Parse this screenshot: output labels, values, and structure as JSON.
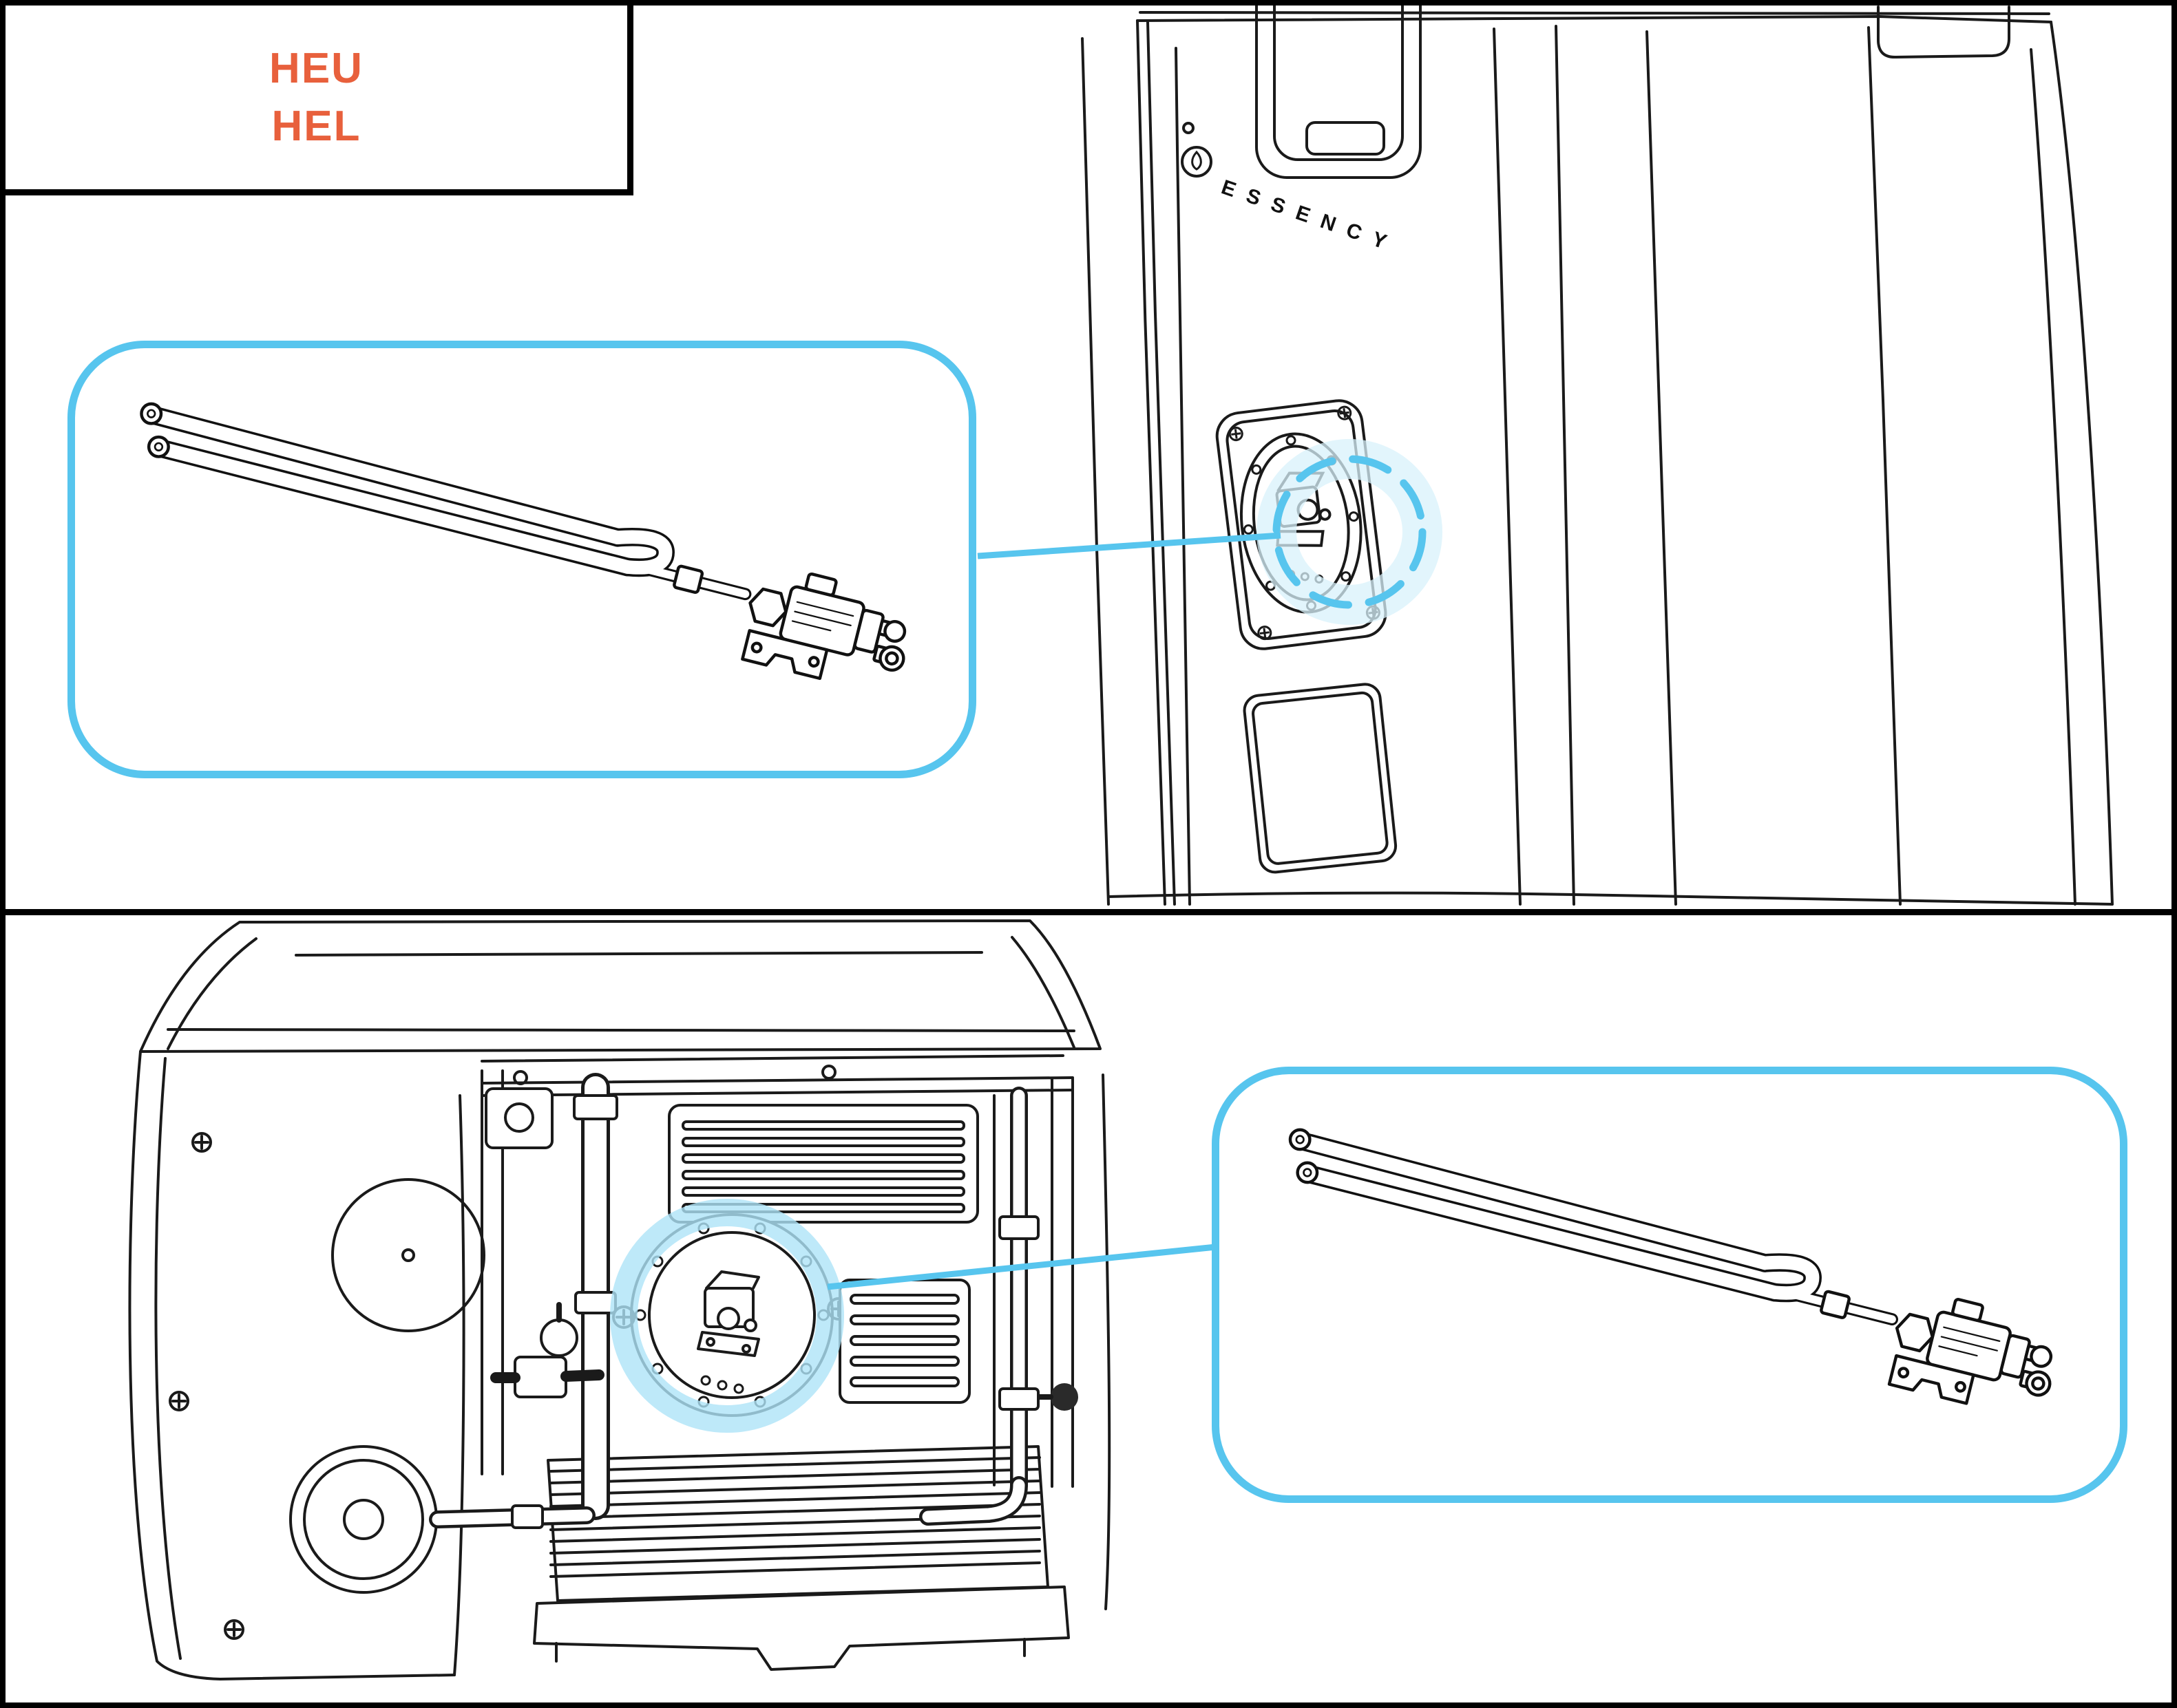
{
  "model_box": {
    "lines": [
      "HEU",
      "HEL"
    ],
    "text_color": "#E8603C"
  },
  "brand": {
    "name": "ESSENCY"
  },
  "colors": {
    "frame_border": "#000000",
    "background": "#FFFFFF",
    "callout_border": "#57C5EE",
    "leader_line": "#57C5EE",
    "highlight_glow": "#AEE4F7",
    "line_art": "#1A1A1A"
  },
  "panels": {
    "top": {
      "name": "front-view",
      "illustration": "water-heater-front-with-element-port",
      "callout": "heating-element-assembly",
      "highlight_style": "dashed-circle"
    },
    "bottom": {
      "name": "bottom-internal-view",
      "illustration": "water-heater-underside-internal-components",
      "callout": "heating-element-assembly",
      "highlight_style": "glow-circle"
    }
  }
}
